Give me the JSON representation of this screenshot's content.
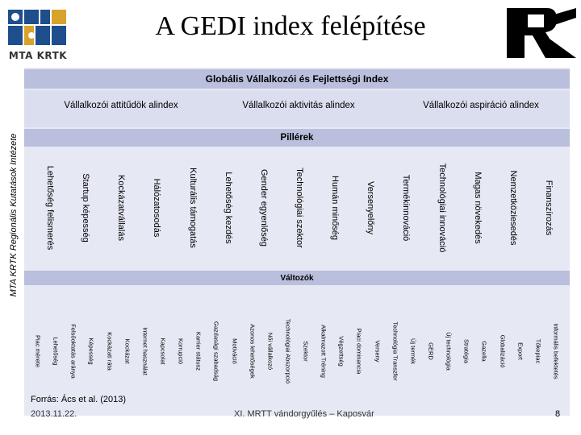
{
  "header": {
    "logo_text": "MTA KRTK",
    "title": "A GEDI index felépítése"
  },
  "side_label": "MTA KRTK Regionális Kutatások Intézete",
  "diagram": {
    "top_title": "Globális Vállalkozói és Fejlettségi Index",
    "indices": [
      "Vállalkozói attitűdök alindex",
      "Vállalkozói aktivitás alindex",
      "Vállalkozói aspiráció alindex"
    ],
    "pillars_label": "Pillérek",
    "pillars": [
      "Lehetőség felismerés",
      "Startup képesség",
      "Kockázatvállalás",
      "Hálózatosodás",
      "Kulturális támogatás",
      "Lehetőség kezdés",
      "Gender egyenlőség",
      "Technológiai szektor",
      "Humán minőség",
      "Versenyelőny",
      "Termékinnováció",
      "Technológiai innováció",
      "Magas növekedés",
      "Nemzetköziesedés",
      "Finanszírozás"
    ],
    "variables_label": "Változók",
    "variables": [
      "Piac mérete",
      "Lehetőség",
      "Felsőoktatás aránya",
      "Képesség",
      "Kockázati ráta",
      "Kockázat",
      "Internet használat",
      "Kapcsolat",
      "Korrupció",
      "Karrier státusz",
      "Gazdasági szabadság",
      "Motiváció",
      "Azonos lehetőségek",
      "Női vállalkozó",
      "Technológiai Abszorpció",
      "Szektor",
      "Alkalmazott Tréning",
      "Végzettség",
      "Piaci dominancia",
      "Verseny",
      "Technológia Transzfer",
      "Új termék",
      "GERD",
      "Új technológia",
      "Stratégia",
      "Gazella",
      "Globalizáció",
      "Export",
      "Tőkepiac",
      "Informális befektetés"
    ]
  },
  "footer": {
    "source": "Forrás: Ács et al. (2013)",
    "date": "2013.11.22.",
    "event": "XI. MRTT vándorgyűlés – Kaposvár",
    "page": "8"
  }
}
